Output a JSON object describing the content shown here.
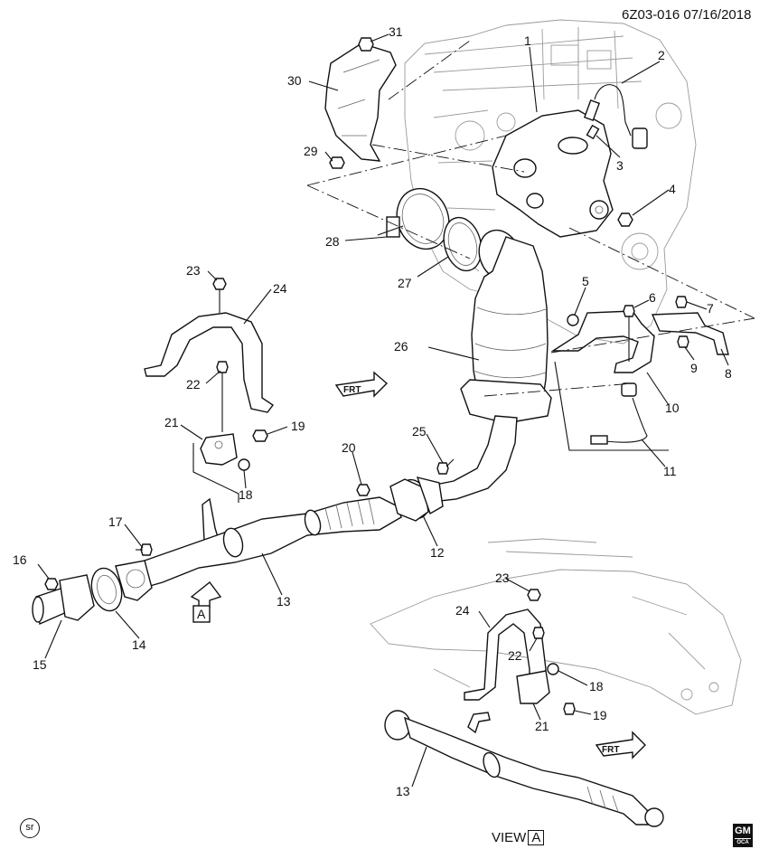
{
  "header": {
    "doc_id": "6Z03-016  07/16/2018"
  },
  "footer": {
    "view_prefix": "VIEW",
    "view_box": "A",
    "sr_badge": "sr",
    "logo_main": "GM",
    "logo_sub": "OCA"
  },
  "view_marker": {
    "letter": "A"
  },
  "frt_label": "FRT",
  "callouts": [
    "1",
    "2",
    "3",
    "4",
    "5",
    "6",
    "7",
    "8",
    "9",
    "10",
    "11",
    "12",
    "13",
    "14",
    "15",
    "16",
    "17",
    "18",
    "19",
    "20",
    "21",
    "22",
    "23",
    "24",
    "25",
    "26",
    "27",
    "28",
    "29",
    "30",
    "31",
    "23",
    "24",
    "22",
    "18",
    "21",
    "19",
    "13"
  ]
}
